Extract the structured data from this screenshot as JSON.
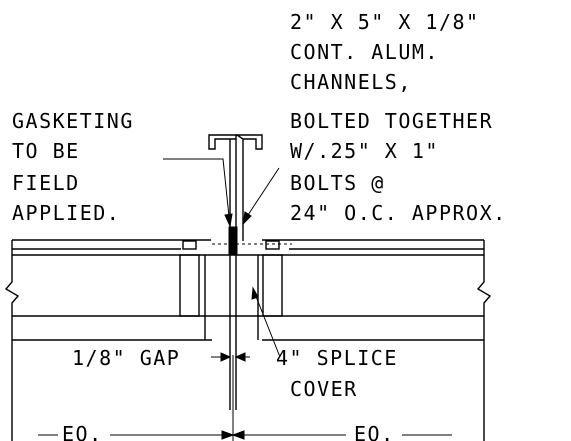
{
  "notes": {
    "channels": [
      "2\" X 5\" X 1/8\"",
      "CONT. ALUM.",
      "CHANNELS,",
      "BOLTED TOGETHER",
      "W/.25\" X 1\"",
      "BOLTS @",
      "24\" O.C. APPROX."
    ],
    "gasketing": [
      "GASKETING",
      "TO BE",
      "FIELD",
      "APPLIED."
    ],
    "gap": "1/8\" GAP",
    "splice": [
      "4\" SPLICE",
      "COVER"
    ],
    "eq_left": "EQ.",
    "eq_right": "EQ."
  },
  "colors": {
    "line": "#000000",
    "background": "#ffffff"
  }
}
